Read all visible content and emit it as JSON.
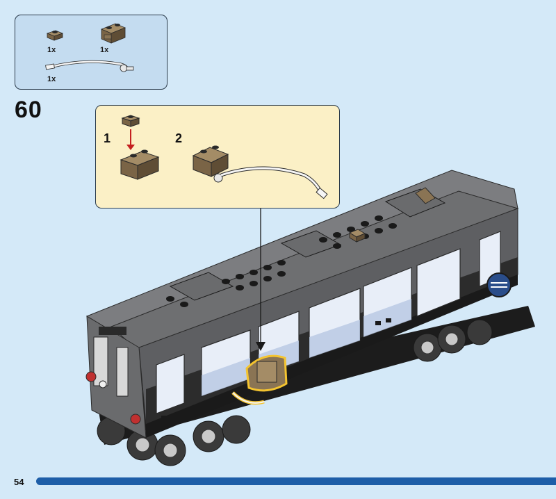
{
  "step": {
    "number": "60"
  },
  "parts_list": [
    {
      "name": "dark tan plate 1x1",
      "qty": "1x"
    },
    {
      "name": "dark tan brick 1x2 with clip",
      "qty": "1x"
    },
    {
      "name": "flexible hose with connector",
      "qty": "1x"
    }
  ],
  "substeps": [
    "1",
    "2"
  ],
  "page": {
    "number": "54"
  },
  "colors": {
    "background": "#d4e9f8",
    "parts_panel": "#c4dcf0",
    "substep_panel": "#fbf0c6",
    "train_body": "#6e6f71",
    "dark_tan": "#8a7454",
    "highlight": "#f4c430",
    "progress": "#1e5ea8"
  }
}
